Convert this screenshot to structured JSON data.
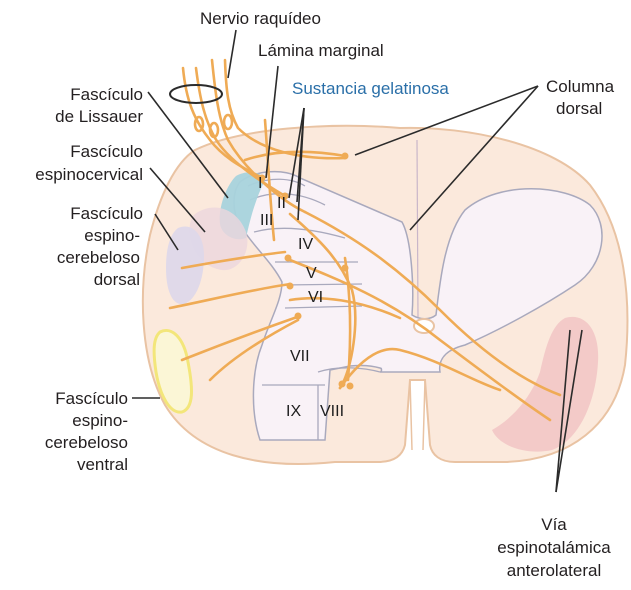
{
  "labels": {
    "nervio_raquideo": "Nervio raquídeo",
    "lamina_marginal": "Lámina marginal",
    "sustancia_gelatinosa": "Sustancia gelatinosa",
    "columna_dorsal_1": "Columna",
    "columna_dorsal_2": "dorsal",
    "fasciculo_lissauer_1": "Fascículo",
    "fasciculo_lissauer_2": "de Lissauer",
    "fasciculo_espinocervical_1": "Fascículo",
    "fasciculo_espinocervical_2": "espinocervical",
    "espinocerebeloso_dorsal_1": "Fascículo",
    "espinocerebeloso_dorsal_2": "espino-",
    "espinocerebeloso_dorsal_3": "cerebeloso",
    "espinocerebeloso_dorsal_4": "dorsal",
    "espinocerebeloso_ventral_1": "Fascículo",
    "espinocerebeloso_ventral_2": "espino-",
    "espinocerebeloso_ventral_3": "cerebeloso",
    "espinocerebeloso_ventral_4": "ventral",
    "via_1": "Vía",
    "via_2": "espinotalámica",
    "via_3": "anterolateral"
  },
  "laminae": [
    "I",
    "II",
    "III",
    "IV",
    "V",
    "VI",
    "VII",
    "VIII",
    "IX"
  ],
  "colors": {
    "cord_fill": "#fbe9dc",
    "cord_outline": "#e9c3a3",
    "gray_outline": "#a9a9bd",
    "fiber": "#efab55",
    "lissauer": "#a8d3dc",
    "spinocerebellar_dorsal": "#ddd7ea",
    "spinocerebellar_ventral": "#f6ee9a",
    "anterolateral": "#f1c4c4",
    "leader": "#2b2b2b"
  }
}
